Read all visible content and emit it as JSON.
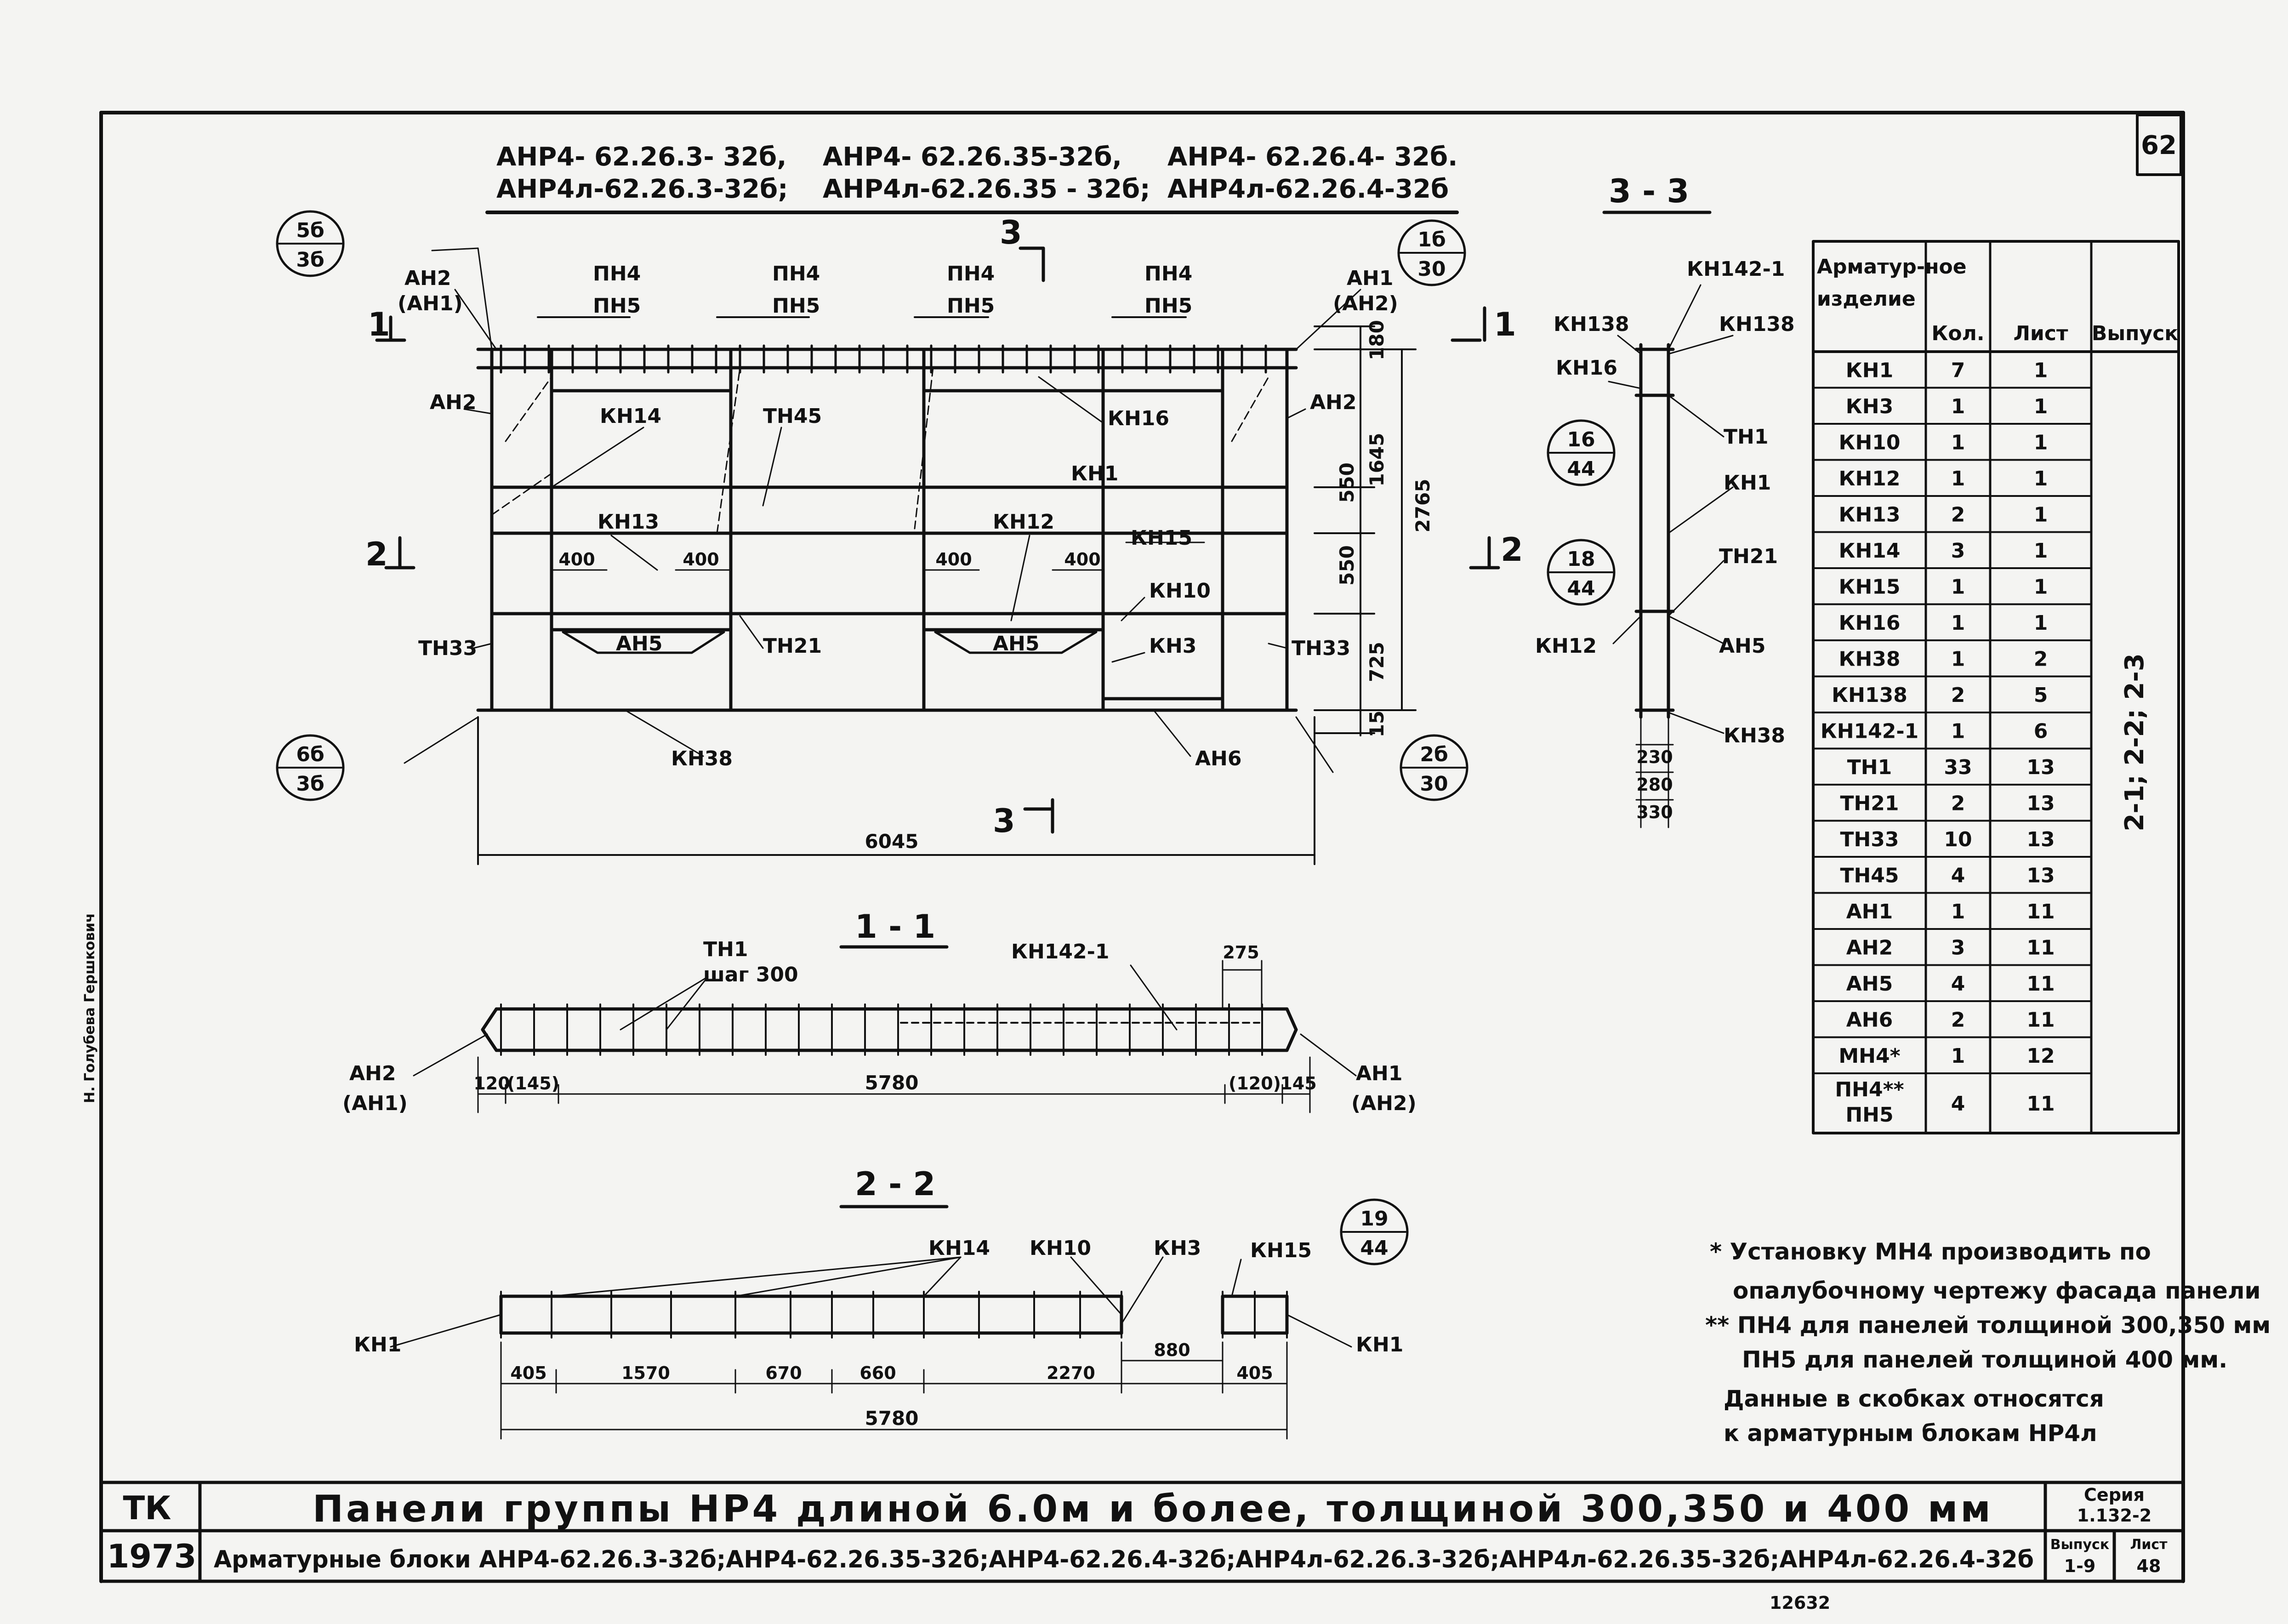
{
  "sheet_number": "62",
  "header": {
    "line1": [
      "АНР4- 62.26.3- 32б,",
      "АНР4- 62.26.35-32б,",
      "АНР4- 62.26.4- 32б."
    ],
    "line2": [
      "АНР4л-62.26.3-32б;",
      "АНР4л-62.26.35 - 32б;",
      "АНР4л-62.26.4-32б"
    ]
  },
  "elevation": {
    "section_marks": [
      "1",
      "1",
      "2",
      "2",
      "3",
      "3"
    ],
    "callouts": [
      {
        "top": "5б",
        "bottom": "3б"
      },
      {
        "top": "1б",
        "bottom": "30"
      },
      {
        "top": "6б",
        "bottom": "3б"
      },
      {
        "top": "2б",
        "bottom": "30"
      }
    ],
    "labels": {
      "ah2_top": "АН2",
      "ah1_paren": "(АН1)",
      "ah1_top": "АН1",
      "ah2_paren": "(АН2)",
      "pnch": "ПН4",
      "pn5": "ПН5",
      "ah2_side_left": "АН2",
      "ah2_side_right": "АН2",
      "kn14": "КН14",
      "th45": "ТН45",
      "kn16": "КН16",
      "kn1": "КН1",
      "kn13": "КН13",
      "kn12": "КН12",
      "kn15": "КН15",
      "kn10": "КН10",
      "th33_left": "ТН33",
      "th33_right": "ТН33",
      "ah5_left": "АН5",
      "ah5_right": "АН5",
      "th21": "ТН21",
      "kn3": "КН3",
      "kn38": "КН38",
      "ah6": "АН6"
    },
    "dims": {
      "d400_a": "400",
      "d400_b": "400",
      "d400_c": "400",
      "d400_d": "400",
      "d180": "180",
      "d550_a": "550",
      "d550_b": "550",
      "d725": "725",
      "d15": "15",
      "d1645": "1645",
      "d2765": "2765",
      "d6045": "6045"
    }
  },
  "section_33": {
    "title": "3 - 3",
    "labels": {
      "kn142": "КН142-1",
      "kn138_l": "КН138",
      "kn138_r": "КН138",
      "kn16": "КН16",
      "th1": "ТН1",
      "kn1": "КН1",
      "th21": "ТН21",
      "kn12": "КН12",
      "ah5": "АН5",
      "kn38": "КН38"
    },
    "callouts": [
      {
        "top": "16",
        "bottom": "44"
      },
      {
        "top": "18",
        "bottom": "44"
      }
    ],
    "dims": [
      "230",
      "280",
      "330"
    ]
  },
  "section_11": {
    "title": "1 - 1",
    "labels": {
      "th1": "ТН1",
      "step": "шаг 300",
      "kn142": "КН142-1",
      "ah2": "АН2",
      "ah1_paren": "(АН1)",
      "ah1": "АН1",
      "ah2_paren": "(АН2)"
    },
    "dims": {
      "d275": "275",
      "d120": "120",
      "d145p": "(145)",
      "d5780": "5780",
      "d120p": "(120)",
      "d145": "145"
    }
  },
  "section_22": {
    "title": "2 - 2",
    "labels": {
      "kn14": "КН14",
      "kn10": "КН10",
      "kn3": "КН3",
      "kn15": "КН15",
      "kn1_l": "КН1",
      "kn1_r": "КН1"
    },
    "callout": {
      "top": "19",
      "bottom": "44"
    },
    "dims": {
      "d405a": "405",
      "d1570": "1570",
      "d670": "670",
      "d660": "660",
      "d2270": "2270",
      "d880": "880",
      "d405b": "405",
      "d5780": "5780"
    }
  },
  "spec_table": {
    "headers": [
      "Арматур-ное изделие",
      "Кол.",
      "Лист",
      "Выпуск"
    ],
    "rows": [
      [
        "КН1",
        "7",
        "1"
      ],
      [
        "КН3",
        "1",
        "1"
      ],
      [
        "КН10",
        "1",
        "1"
      ],
      [
        "КН12",
        "1",
        "1"
      ],
      [
        "КН13",
        "2",
        "1"
      ],
      [
        "КН14",
        "3",
        "1"
      ],
      [
        "КН15",
        "1",
        "1"
      ],
      [
        "КН16",
        "1",
        "1"
      ],
      [
        "КН38",
        "1",
        "2"
      ],
      [
        "КН138",
        "2",
        "5"
      ],
      [
        "КН142-1",
        "1",
        "6"
      ],
      [
        "ТН1",
        "33",
        "13"
      ],
      [
        "ТН21",
        "2",
        "13"
      ],
      [
        "ТН33",
        "10",
        "13"
      ],
      [
        "ТН45",
        "4",
        "13"
      ],
      [
        "АН1",
        "1",
        "11"
      ],
      [
        "АН2",
        "3",
        "11"
      ],
      [
        "АН5",
        "4",
        "11"
      ],
      [
        "АН6",
        "2",
        "11"
      ],
      [
        "МН4*",
        "1",
        "12"
      ],
      [
        "ПН4** ПН5",
        "4",
        "11"
      ]
    ],
    "release": "2-1; 2-2; 2-3"
  },
  "notes": [
    "* Установку МН4 производить по",
    "опалубочному чертежу фасада панели",
    "** ПН4 для панелей толщиной 300,350 мм",
    "ПН5 для панелей толщиной 400 мм.",
    "Данные в скобках относятся",
    "к арматурным блокам НР4л"
  ],
  "title_block": {
    "org": "ТК",
    "year": "1973",
    "title": "Панели группы НР4 длиной 6.0м и более, толщиной 300,350 и 400 мм",
    "subtitle": "Арматурные блоки АНР4-62.26.3-32б;АНР4-62.26.35-32б;АНР4-62.26.4-32б;АНР4л-62.26.3-32б;АНР4л-62.26.35-32б;АНР4л-62.26.4-32б",
    "series_label": "Серия",
    "series": "1.132-2",
    "issue_label": "Выпуск",
    "issue": "1-9",
    "sheet_label": "Лист",
    "sheet": "48"
  },
  "margin_text": "Н. Голубева Гершкович",
  "archive_number": "12632"
}
